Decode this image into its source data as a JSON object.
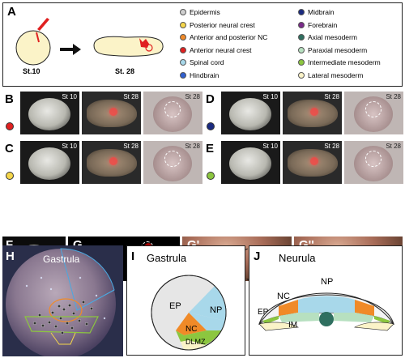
{
  "panels": {
    "A": "A",
    "B": "B",
    "C": "C",
    "D": "D",
    "E": "E",
    "F": "F",
    "G": "G",
    "G1": "G'",
    "G2": "G''",
    "H": "H",
    "I": "I",
    "J": "J"
  },
  "panel_a": {
    "stage_left": "St.10",
    "stage_right": "St. 28",
    "legend": [
      {
        "label": "Epidermis",
        "color": "#cfcfcf"
      },
      {
        "label": "Posterior neural crest",
        "color": "#f5d64a"
      },
      {
        "label": "Anterior and posterior NC",
        "color": "#f08a28"
      },
      {
        "label": "Anterior neural crest",
        "color": "#e02020"
      },
      {
        "label": "Spinal cord",
        "color": "#a8d8ea"
      },
      {
        "label": "Hindbrain",
        "color": "#3060d0"
      },
      {
        "label": "Midbrain",
        "color": "#1a2a80"
      },
      {
        "label": "Forebrain",
        "color": "#7a2a8a"
      },
      {
        "label": "Axial mesoderm",
        "color": "#2f6f60"
      },
      {
        "label": "Paraxial mesoderm",
        "color": "#b7e0c0"
      },
      {
        "label": "Intermediate mesoderm",
        "color": "#8cc63f"
      },
      {
        "label": "Lateral mesoderm",
        "color": "#fbf3c8"
      }
    ]
  },
  "rows": [
    {
      "id": "B",
      "marker_color": "#e02020",
      "stages": [
        "St 10",
        "St 28",
        "St 28"
      ]
    },
    {
      "id": "C",
      "marker_color": "#f5d64a",
      "stages": [
        "St 10",
        "St 28",
        "St 28"
      ]
    },
    {
      "id": "D",
      "marker_color": "#1a2a80",
      "stages": [
        "St 10",
        "St 28",
        "St 28"
      ]
    },
    {
      "id": "E",
      "marker_color": "#8cc63f",
      "stages": [
        "St 10",
        "St 28",
        "St 28"
      ]
    }
  ],
  "panel_h": {
    "title": "Gastrula"
  },
  "panel_i": {
    "title": "Gastrula",
    "labels": {
      "ep": "EP",
      "np": "NP",
      "nc": "NC",
      "dlmz": "DLMZ"
    }
  },
  "panel_j": {
    "title": "Neurula",
    "labels": {
      "np": "NP",
      "nc": "NC",
      "ep": "EP",
      "im": "IM"
    }
  }
}
